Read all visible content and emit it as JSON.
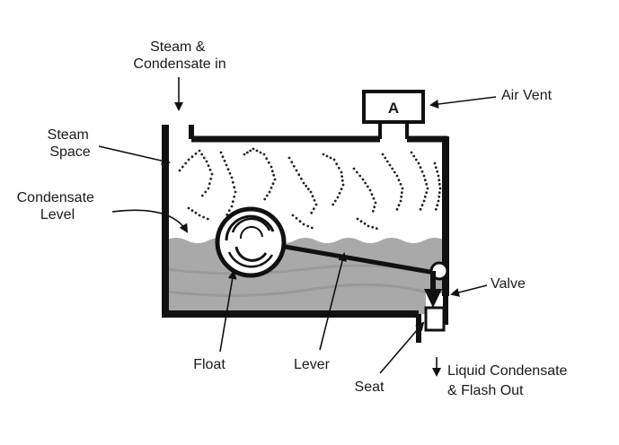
{
  "labels": {
    "steam_in": [
      "Steam &",
      "Condensate in"
    ],
    "air_vent": "Air Vent",
    "air_vent_box": "A",
    "steam_space": [
      "Steam",
      "Space"
    ],
    "condensate_level": [
      "Condensate",
      "Level"
    ],
    "valve": "Valve",
    "float": "Float",
    "lever": "Lever",
    "seat": "Seat",
    "outlet": [
      "Liquid Condensate",
      "& Flash Out"
    ]
  },
  "colors": {
    "outline": "#111111",
    "water": "#a9a9a9",
    "steam_dots": "#222222",
    "background": "#ffffff"
  }
}
